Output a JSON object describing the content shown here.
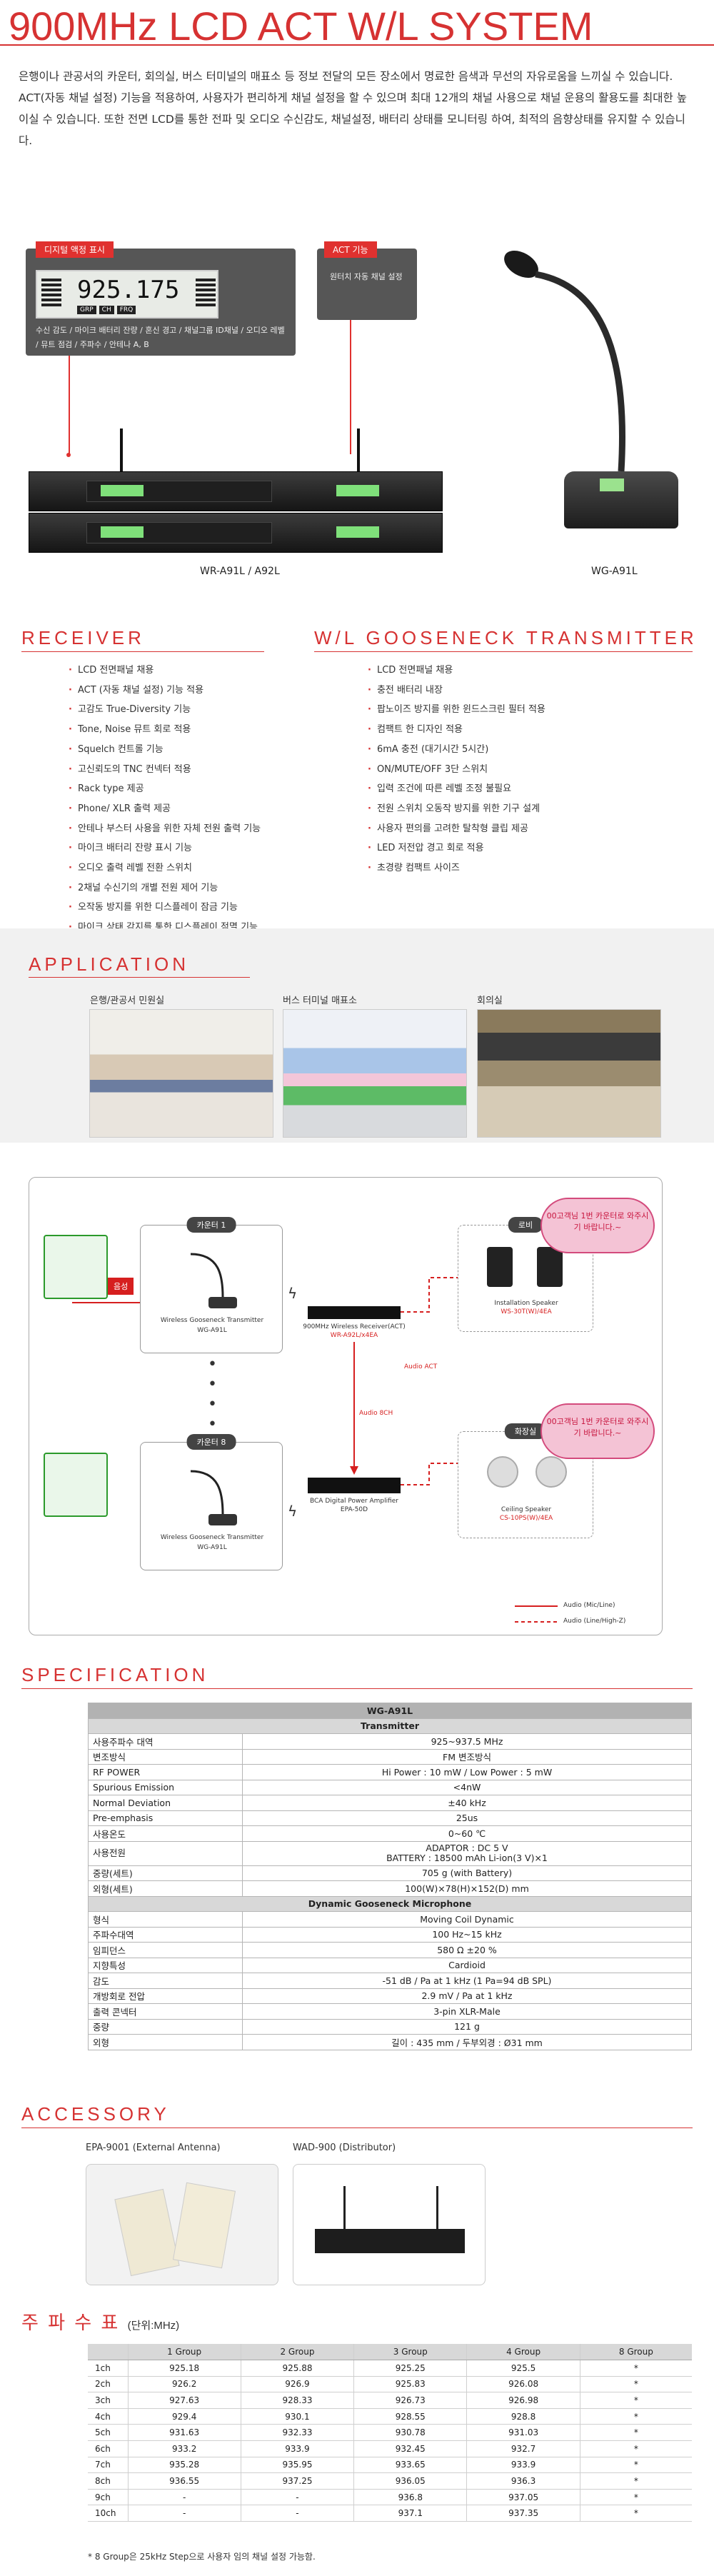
{
  "header": {
    "title": "900MHz LCD ACT W/L SYSTEM",
    "intro": "은행이나 관공서의 카운터, 회의실, 버스 터미널의 매표소 등 정보 전달의 모든 장소에서 명료한 음색과 무선의 자유로움을 느끼실 수 있습니다. ACT(자동 채널 설정) 기능을 적용하여, 사용자가 편리하게 채널 설정을 할 수 있으며 최대 12개의 채널 사용으로 채널 운용의 활용도를 최대한 높이실 수 있습니다. 또한 전면 LCD를 통한 전파 및 오디오 수신감도, 채널설정, 배터리 상태를 모니터링 하여, 최적의 음향상태를 유지할 수 있습니다."
  },
  "hero": {
    "lcd_tag": "디지털 액정 표시",
    "lcd_digits": "925.175",
    "lcd_icons": [
      "GRP",
      "CH",
      "FRQ"
    ],
    "lcd_desc": "수신 감도 / 마이크 배터리 잔량 / 혼신 경고 / 채널그룹 ID채널 / 오디오 레벨 / 뮤트 점검 / 주파수 / 안테나 A, B",
    "act_tag": "ACT 기능",
    "act_desc": "원터치 자동 채널 설정",
    "receiver_model": "WR-A91L / A92L",
    "mic_model": "WG-A91L"
  },
  "receiver": {
    "heading": "RECEIVER",
    "features": [
      "LCD 전면패널 채용",
      "ACT (자동 채널 설정) 기능 적용",
      "고감도 True-Diversity 기능",
      "Tone, Noise 뮤트 회로 적용",
      "Squelch 컨트롤 기능",
      "고신뢰도의 TNC 컨넥터 적용",
      "Rack type 제공",
      "Phone/ XLR 출력 제공",
      "안테나 부스터 사용을 위한 자체 전원 출력 기능",
      "마이크 배터리 잔량 표시 기능",
      "오디오 출력 레벨 전환 스위치",
      "2채널 수신기의 개별 전원 제어 기능",
      "오작동 방지를 위한 디스플레이 잠금 기능",
      "마이크 상태 감지를 통한 디스플레이 점멸 기능"
    ]
  },
  "transmitter": {
    "heading": "W/L GOOSENECK TRANSMITTER",
    "features": [
      "LCD 전면패널 채용",
      "충전 배터리 내장",
      "팝노이즈 방지를 위한 윈드스크린 필터 적용",
      "컴팩트 한 디자인 적용",
      "6mA 충전 (대기시간 5시간)",
      "ON/MUTE/OFF 3단 스위치",
      "입력 조건에 따른 레벨 조정 불필요",
      "전원 스위치 오동작 방지를 위한 기구 설계",
      "사용자 편의를 고려한 탈착형 클립 제공",
      "LED 저전압 경고 회로 적용",
      "초경량 컴팩트 사이즈"
    ]
  },
  "application": {
    "heading": "APPLICATION",
    "captions": [
      "은행/관공서 민원실",
      "버스 터미널 매표소",
      "회의실"
    ]
  },
  "diagram": {
    "counter1": "카운터 1",
    "counter8": "카운터 8",
    "lobby": "로비",
    "restroom": "화장실",
    "voice": "음성",
    "mic_caption": "Wireless Gooseneck Transmitter",
    "mic_model": "WG-A91L",
    "receiver_caption": "900MHz Wireless Receiver(ACT)",
    "receiver_model": "WR-A92L/x4EA",
    "amp_caption": "BCA Digital Power Amplifier",
    "amp_model": "EPA-50D",
    "speaker_caption": "Installation Speaker",
    "speaker_model": "WS-30T(W)/4EA",
    "ceiling_caption": "Ceiling Speaker",
    "ceiling_model": "CS-10PS(W)/4EA",
    "audio_act": "Audio ACT",
    "audio_8ch": "Audio 8CH",
    "bubble_top": "00고객님 1번 카운터로 와주시기 바랍니다.~",
    "bubble_bottom": "00고객님 1번 카운터로 와주시기 바랍니다.~",
    "legend_mic": "Audio (Mic/Line)",
    "legend_line": "Audio (Line/High-Z)"
  },
  "spec": {
    "heading": "SPECIFICATION",
    "model": "WG-A91L",
    "section1": "Transmitter",
    "rows1": [
      [
        "사용주파수 대역",
        "925~937.5 MHz"
      ],
      [
        "변조방식",
        "FM 변조방식"
      ],
      [
        "RF POWER",
        "Hi Power : 10 mW / Low Power : 5 mW"
      ],
      [
        "Spurious Emission",
        "<4nW"
      ],
      [
        "Normal Deviation",
        "±40 kHz"
      ],
      [
        "Pre-emphasis",
        "25us"
      ],
      [
        "사용온도",
        "0~60 ℃"
      ]
    ],
    "power_label": "사용전원",
    "power_line1": "ADAPTOR : DC 5 V",
    "power_line2": "BATTERY : 18500 mAh Li-ion(3 V)×1",
    "rows1b": [
      [
        "중량(세트)",
        "705 g (with Battery)"
      ],
      [
        "외형(세트)",
        "100(W)×78(H)×152(D) mm"
      ]
    ],
    "section2": "Dynamic Gooseneck Microphone",
    "rows2": [
      [
        "형식",
        "Moving Coil Dynamic"
      ],
      [
        "주파수대역",
        "100 Hz~15 kHz"
      ],
      [
        "임피던스",
        "580 Ω ±20 %"
      ],
      [
        "지향특성",
        "Cardioid"
      ],
      [
        "감도",
        "-51 dB / Pa at 1 kHz (1 Pa=94 dB SPL)"
      ],
      [
        "개방회로 전압",
        "2.9 mV / Pa at 1 kHz"
      ],
      [
        "출력 콘넥터",
        "3-pin XLR-Male"
      ],
      [
        "중량",
        "121 g"
      ],
      [
        "외형",
        "길이 : 435 mm / 두부외경 : Ø31 mm"
      ]
    ]
  },
  "accessory": {
    "heading": "ACCESSORY",
    "item1": "EPA-9001 (External Antenna)",
    "item2": "WAD-900 (Distributor)"
  },
  "frequency": {
    "heading": "주 파 수 표",
    "unit": "(단위:MHz)",
    "columns": [
      "",
      "1 Group",
      "2 Group",
      "3 Group",
      "4 Group",
      "8 Group"
    ],
    "rows": [
      [
        "1ch",
        "925.18",
        "925.88",
        "925.25",
        "925.5",
        "*"
      ],
      [
        "2ch",
        "926.2",
        "926.9",
        "925.83",
        "926.08",
        "*"
      ],
      [
        "3ch",
        "927.63",
        "928.33",
        "926.73",
        "926.98",
        "*"
      ],
      [
        "4ch",
        "929.4",
        "930.1",
        "928.55",
        "928.8",
        "*"
      ],
      [
        "5ch",
        "931.63",
        "932.33",
        "930.78",
        "931.03",
        "*"
      ],
      [
        "6ch",
        "933.2",
        "933.9",
        "932.45",
        "932.7",
        "*"
      ],
      [
        "7ch",
        "935.28",
        "935.95",
        "933.65",
        "933.9",
        "*"
      ],
      [
        "8ch",
        "936.55",
        "937.25",
        "936.05",
        "936.3",
        "*"
      ],
      [
        "9ch",
        "-",
        "-",
        "936.8",
        "937.05",
        "*"
      ],
      [
        "10ch",
        "-",
        "-",
        "937.1",
        "937.35",
        "*"
      ]
    ],
    "note": "* 8 Group은 25kHz Step으로 사용자 임의 채널 설정 가능함."
  },
  "colors": {
    "accent": "#d63232",
    "lcd_green": "#7fe07a"
  }
}
